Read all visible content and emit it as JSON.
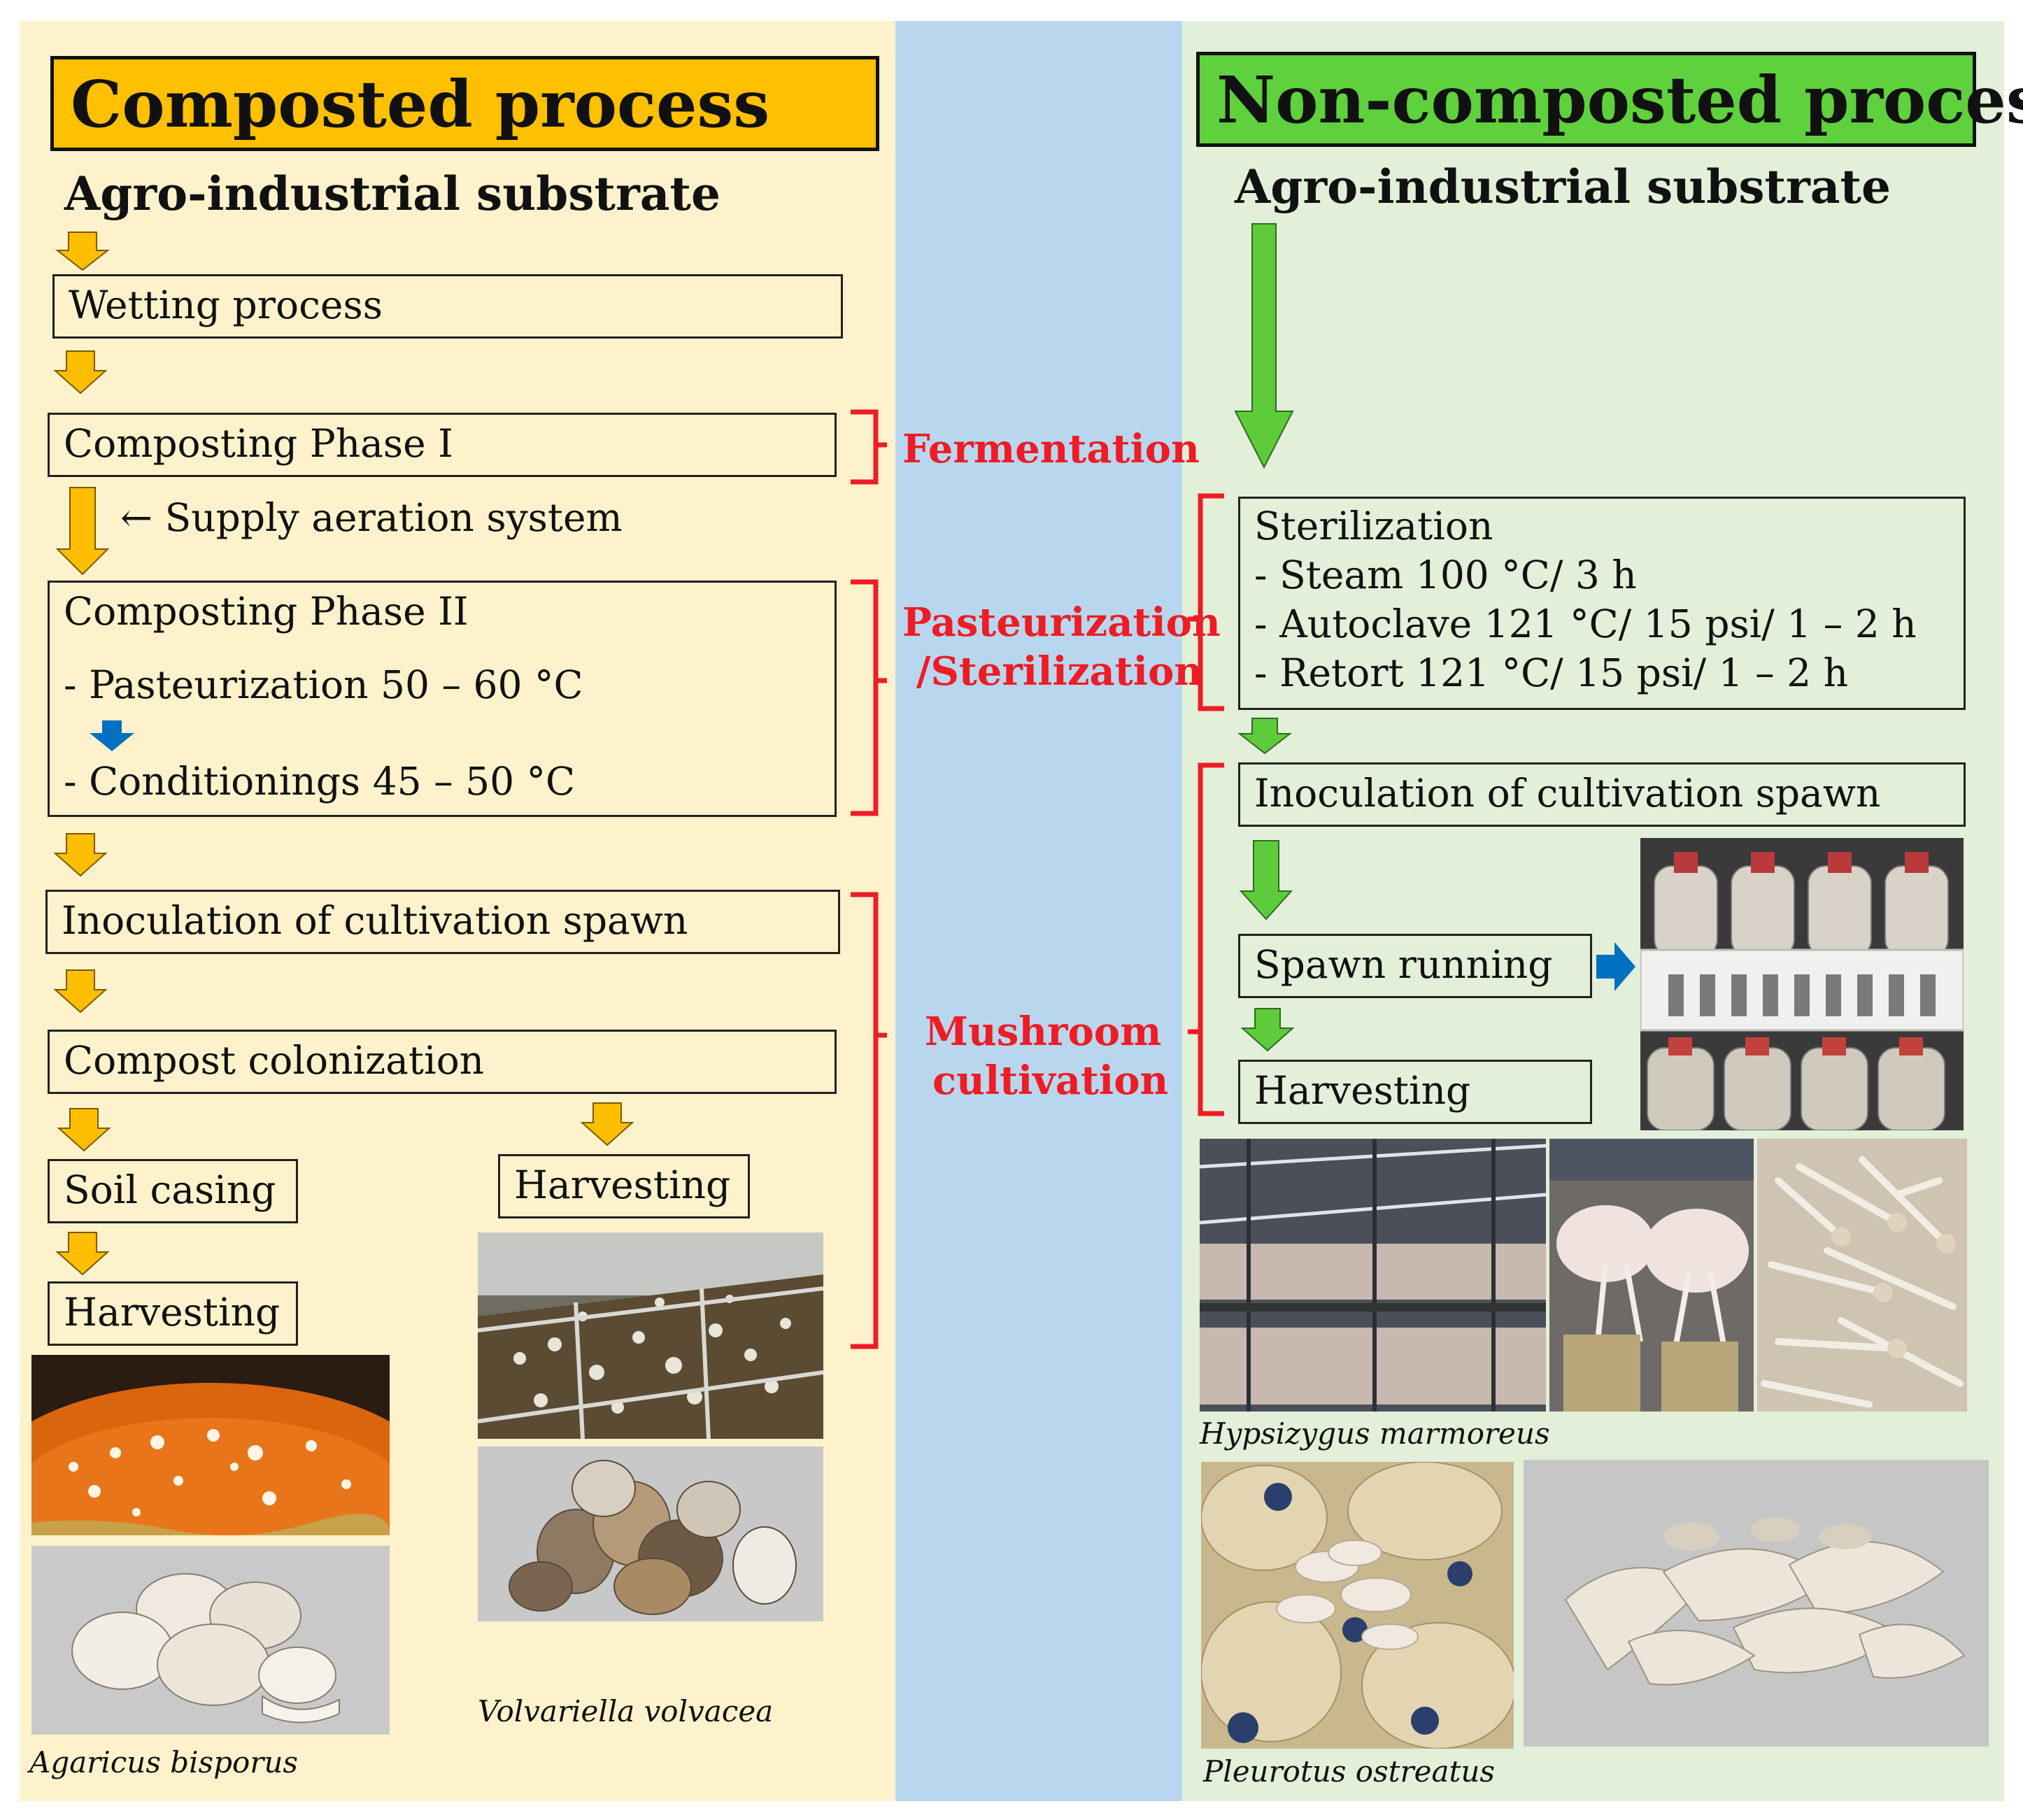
{
  "colors": {
    "composted_bg": "#fef2cc",
    "middle_bg": "#b8d7ef",
    "noncomposted_bg": "#e2efd9",
    "composted_title_fill": "#fec000",
    "noncomposted_title_fill": "#5ed13c",
    "orange_arrow": "#ffbe00",
    "green_arrow": "#5ecb3b",
    "blue_arrow": "#0070c0",
    "red_bracket": "#ee1c25"
  },
  "composted": {
    "title": "Composted process",
    "substrate": "Agro-industrial substrate",
    "wetting": "Wetting process",
    "phase1": "Composting Phase I",
    "aeration": "← Supply aeration system",
    "phase2_title": "Composting Phase II",
    "phase2_pasteurization": "- Pasteurization 50 – 60 °C",
    "phase2_conditioning": "- Conditionings 45 – 50 °C",
    "inoculation": "Inoculation of cultivation spawn",
    "colonization": "Compost colonization",
    "soil_casing": "Soil casing",
    "harvesting_left": "Harvesting",
    "harvesting_right": "Harvesting",
    "species_left": "Agaricus bisporus",
    "species_right": "Volvariella volvacea"
  },
  "middle": {
    "fermentation": "Fermentation",
    "pasteurization_line1": "Pasteurization",
    "pasteurization_line2": "/Sterilization",
    "cultivation_line1": "Mushroom",
    "cultivation_line2": "cultivation"
  },
  "noncomposted": {
    "title": "Non-composted process",
    "substrate": "Agro-industrial substrate",
    "sterilization_title": "Sterilization",
    "steam": "- Steam 100 °C/ 3 h",
    "autoclave": "- Autoclave 121 °C/ 15 psi/ 1 – 2 h",
    "retort": "- Retort 121 °C/ 15 psi/ 1 – 2 h",
    "inoculation": "Inoculation of cultivation spawn",
    "spawn_running": "Spawn running",
    "harvesting": "Harvesting",
    "species_top": "Hypsizygus marmoreus",
    "species_bottom": "Pleurotus ostreatus"
  }
}
